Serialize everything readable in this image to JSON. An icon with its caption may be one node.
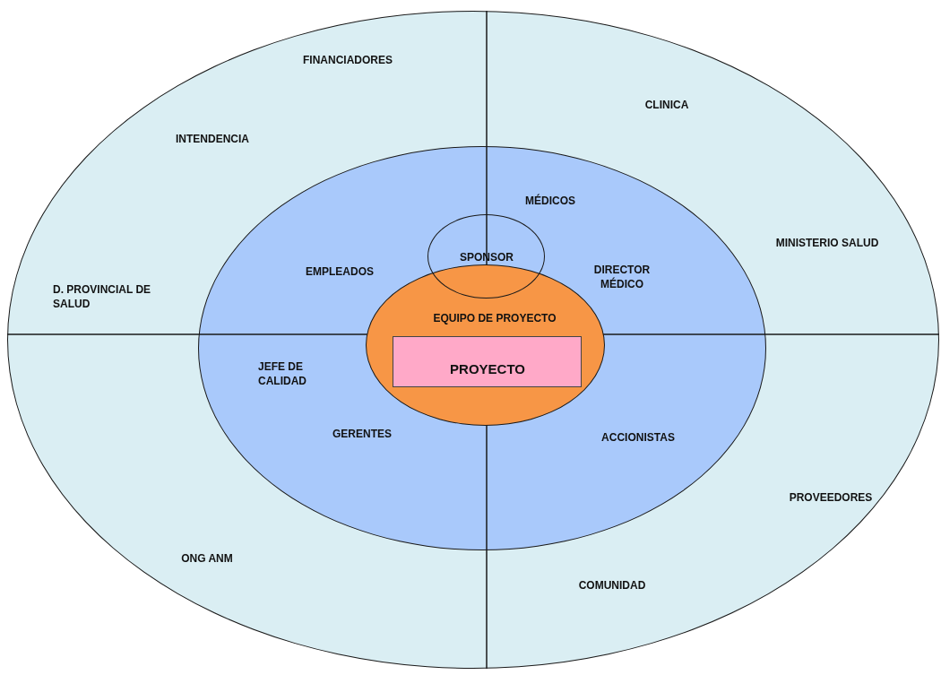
{
  "diagram": {
    "nodes": [
      {
        "text": [
          "FINANCIADORES",
          "INTENDENCIA",
          "D. PROVINCIAL DE SALUD",
          "CLINICA",
          "MINISTERIO SALUD",
          "PROVEEDORES",
          "COMUNIDAD",
          "ONG ANM"
        ]
      },
      {
        "text": [
          "MÉDICOS",
          "EMPLEADOS",
          "DIRECTOR MÉDICO",
          "JEFE DE CALIDAD",
          "GERENTES",
          "ACCIONISTAS"
        ],
        "in": 0
      },
      {
        "text": [
          "EQUIPO DE PROYECTO"
        ],
        "in": 1
      },
      {
        "text": [
          "PROYECTO"
        ],
        "in": 2
      },
      {
        "text": [
          "SPONSOR"
        ],
        "in": 1
      }
    ]
  }
}
